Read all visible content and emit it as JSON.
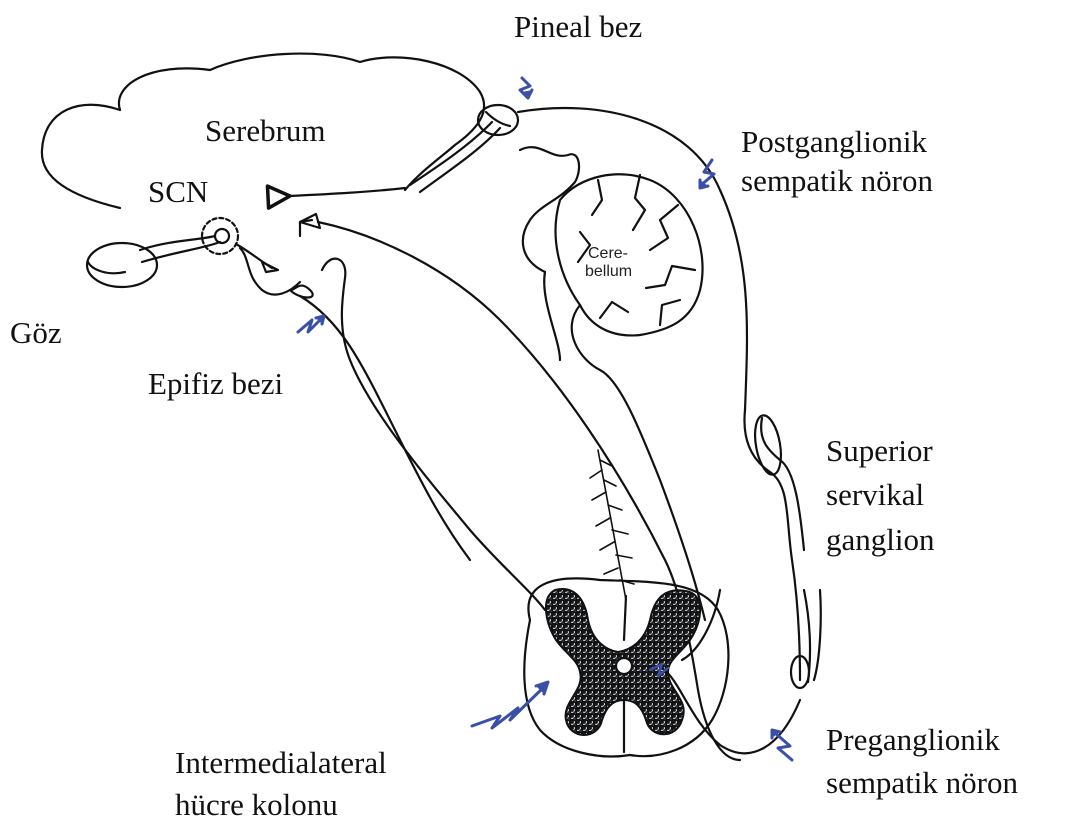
{
  "labels": {
    "pineal": "Pineal bez",
    "serebrum": "Serebrum",
    "scn": "SCN",
    "goz": "Göz",
    "epifiz": "Epifiz bezi",
    "postganglionik_1": "Postganglionik",
    "postganglionik_2": "sempatik nöron",
    "cerebellum_1": "Cere-",
    "cerebellum_2": "bellum",
    "superior_1": "Superior",
    "superior_2": "servikal",
    "superior_3": "ganglion",
    "intermedia_1": "Intermedialateral",
    "intermedia_2": "hücre kolonu",
    "preganglionik_1": "Preganglionik",
    "preganglionik_2": "sempatik nöron"
  },
  "colors": {
    "line": "#111111",
    "arrow_blue": "#3a4fa8",
    "gray_matter": "#dfe3ee"
  },
  "icons": {
    "pointer_arrow": "zigzag-arrow-icon"
  }
}
